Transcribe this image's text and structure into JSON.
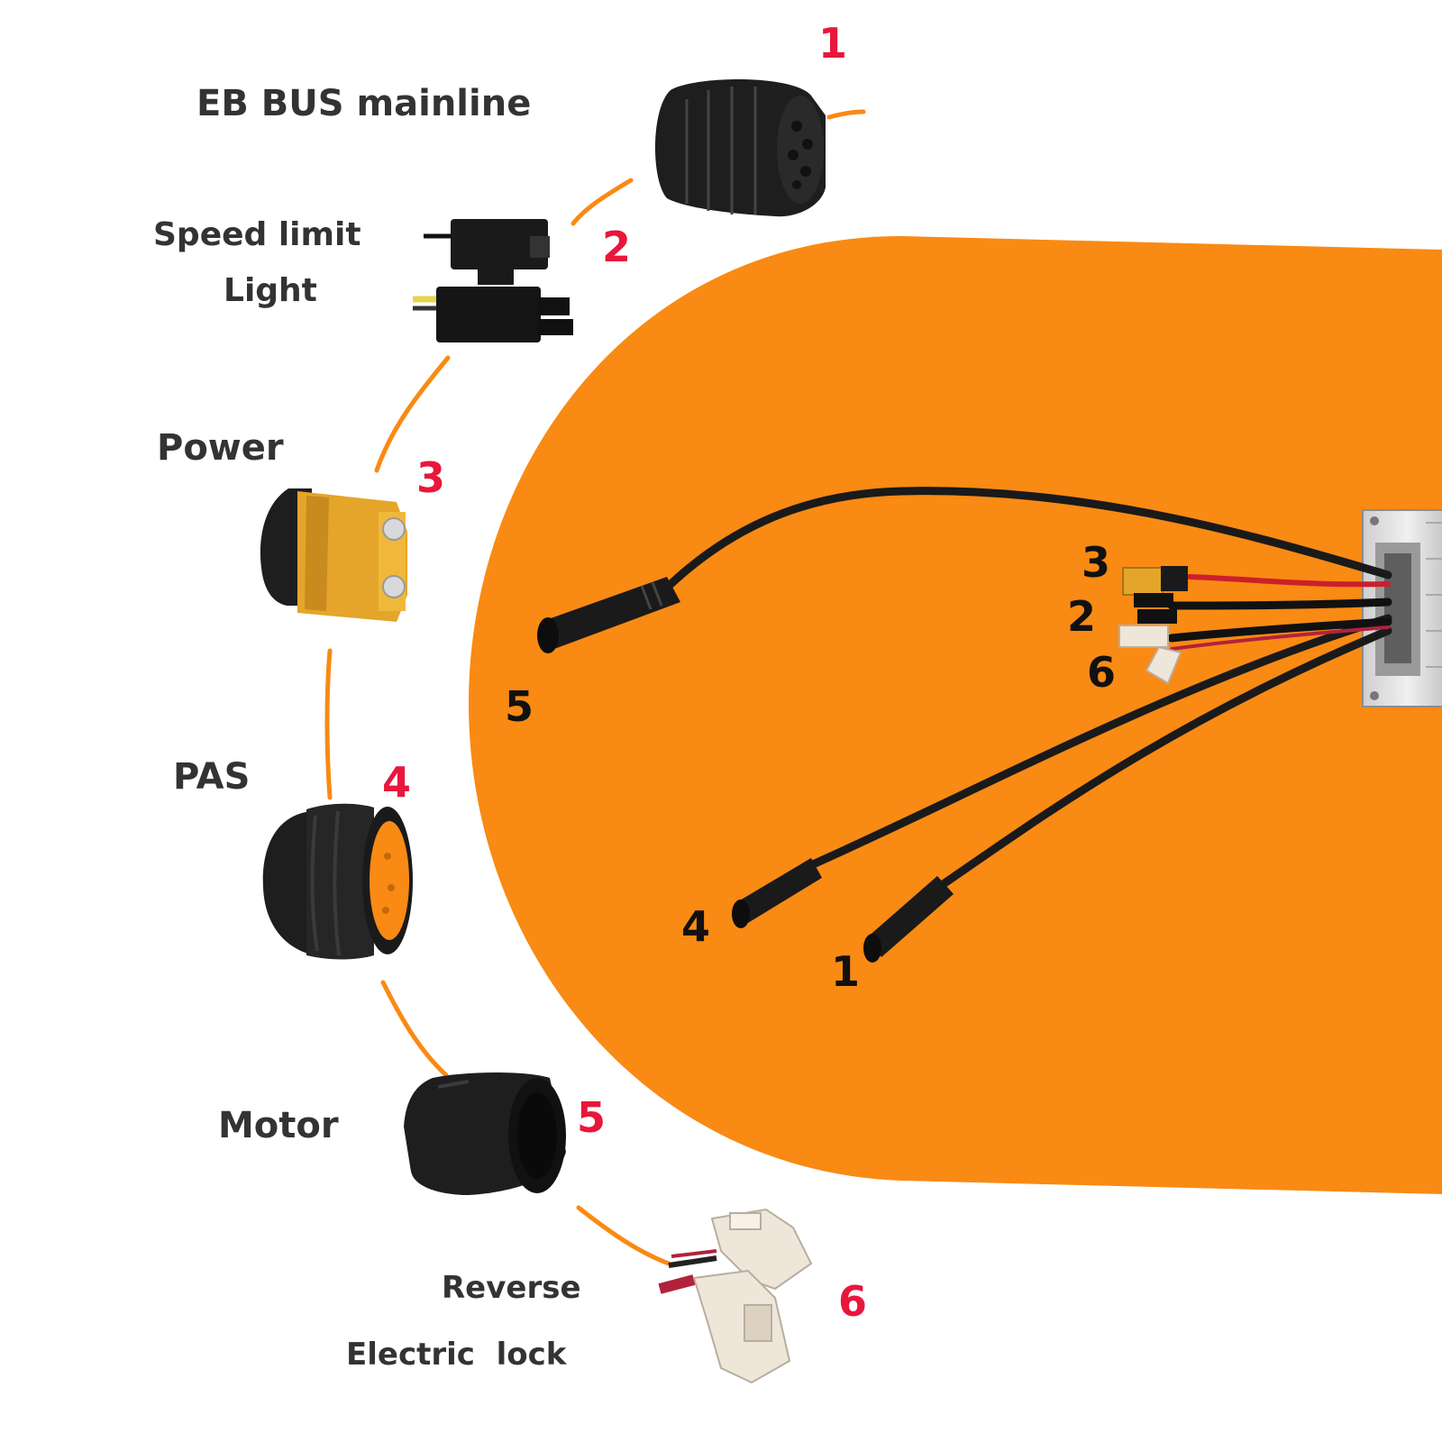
{
  "colors": {
    "accent": "#f98a14",
    "number_red": "#e8173b",
    "label_text": "#333333",
    "connector_black": "#1e1e1e",
    "connector_yellow": "#e5a52a"
  },
  "items": [
    {
      "number": "1",
      "label": "EB BUS mainline",
      "icon": "round-connector-icon"
    },
    {
      "number": "2",
      "label_line1": "Speed limit",
      "label_line2": "Light",
      "icon": "plug-connector-icon"
    },
    {
      "number": "3",
      "label": "Power",
      "icon": "xt60-connector-icon"
    },
    {
      "number": "4",
      "label": "PAS",
      "icon": "pas-connector-icon"
    },
    {
      "number": "5",
      "label": "Motor",
      "icon": "motor-connector-icon"
    },
    {
      "number": "6",
      "label_line1": "Reverse",
      "label_line2": "Electric  lock",
      "icon": "white-plug-icon"
    }
  ],
  "controller_callouts": [
    "3",
    "2",
    "6",
    "5",
    "4",
    "1"
  ]
}
